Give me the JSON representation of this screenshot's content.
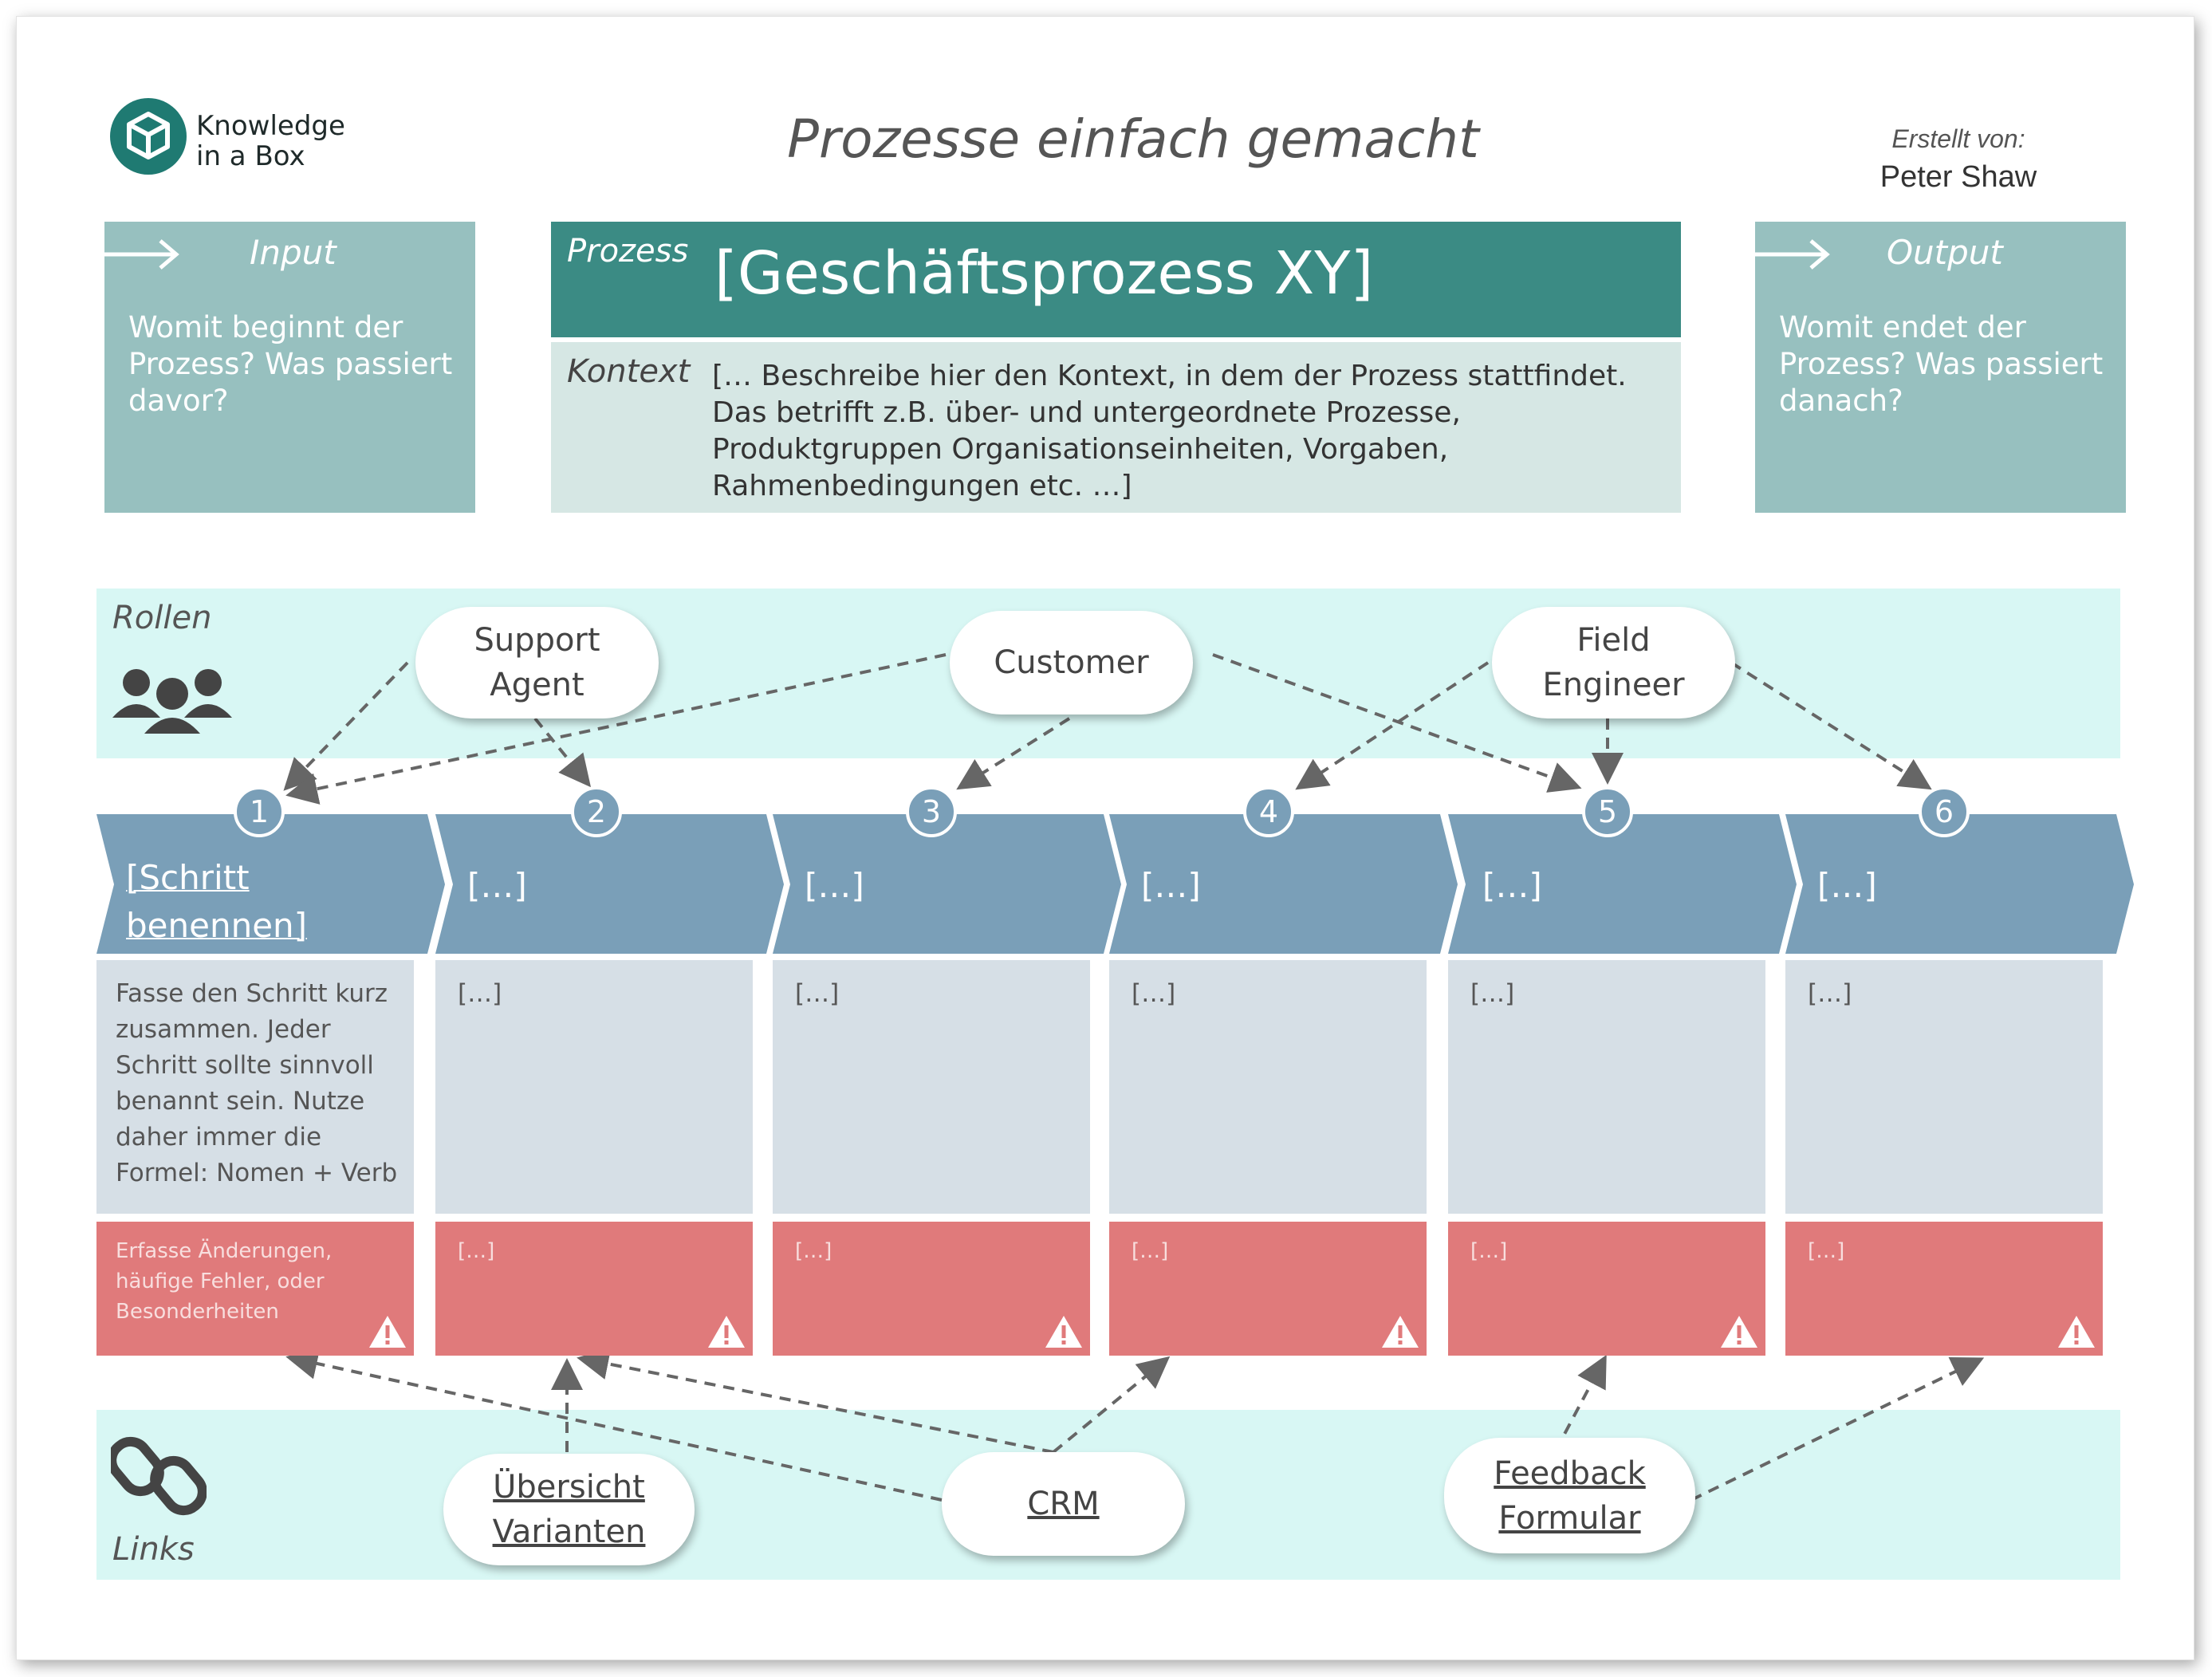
{
  "brand": {
    "line1": "Knowledge",
    "line2": "in a Box",
    "logo_icon": "cube-icon",
    "color": "#1f7a72"
  },
  "title": "Prozesse einfach gemacht",
  "creator": {
    "label": "Erstellt von:",
    "name": "Peter Shaw"
  },
  "input": {
    "label": "Input",
    "text": "Womit beginnt der Prozess? Was passiert davor?",
    "icon": "arrow-right-icon"
  },
  "output": {
    "label": "Output",
    "text": "Womit endet der Prozess? Was passiert danach?",
    "icon": "arrow-right-icon"
  },
  "process": {
    "label": "Prozess",
    "title": "[Geschäftsprozess XY]",
    "context_label": "Kontext",
    "context_text": "[… Beschreibe hier den Kontext, in dem der Prozess stattfindet. Das betrifft z.B. über- und untergeordnete Prozesse, Produktgruppen Organisationseinheiten, Vorgaben, Rahmenbedingungen etc. …]"
  },
  "roles": {
    "label": "Rollen",
    "icon": "people-icon",
    "items": [
      {
        "name": "Support Agent"
      },
      {
        "name": "Customer"
      },
      {
        "name": "Field Engineer"
      }
    ]
  },
  "steps": [
    {
      "num": "1",
      "title": "[Schritt benennen]",
      "desc": "Fasse den Schritt kurz zusammen. Jeder Schritt sollte sinnvoll benannt sein. Nutze daher immer die Formel: Nomen + Verb",
      "risk": "Erfasse Änderungen, häufige Fehler, oder Besonderheiten"
    },
    {
      "num": "2",
      "title": "[…]",
      "desc": "[…]",
      "risk": "[…]"
    },
    {
      "num": "3",
      "title": "[…]",
      "desc": "[…]",
      "risk": "[…]"
    },
    {
      "num": "4",
      "title": "[…]",
      "desc": "[…]",
      "risk": "[…]"
    },
    {
      "num": "5",
      "title": "[…]",
      "desc": "[…]",
      "risk": "[…]"
    },
    {
      "num": "6",
      "title": "[…]",
      "desc": "[…]",
      "risk": "[…]"
    }
  ],
  "links": {
    "label": "Links",
    "icon": "chain-link-icon",
    "items": [
      {
        "name": "Übersicht Varianten"
      },
      {
        "name": "CRM"
      },
      {
        "name": "Feedback Formular"
      }
    ]
  },
  "colors": {
    "teal_dark": "#3b8b84",
    "teal_light": "#97c0bf",
    "band": "#d8f7f4",
    "step_blue": "#7a9fb8",
    "desc_grey": "#d6dfe6",
    "risk_red": "#e07a7b"
  }
}
